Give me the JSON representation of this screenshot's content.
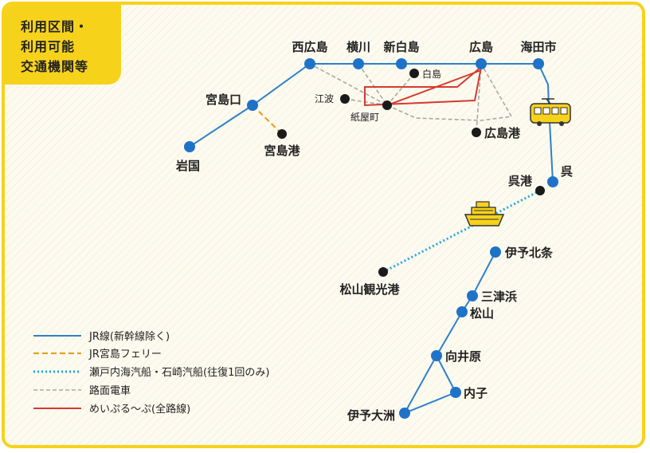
{
  "title": {
    "lines": [
      "利用区間・",
      "利用可能",
      "交通機関等"
    ]
  },
  "colors": {
    "jr_line": "#2f80c9",
    "jr_station": "#1e73c8",
    "ferry_line": "#e0a326",
    "sea_route": "#27a6e0",
    "tram": "#a8a8a8",
    "meipuru": "#d63a2f",
    "stop": "#1a1a1a",
    "frame": "#f7d21b",
    "background": "#fdfbf0"
  },
  "stations": {
    "nishi_hiroshima": "西広島",
    "yokogawa": "横川",
    "shin_hakushima": "新白島",
    "hiroshima": "広島",
    "kaitaichi": "海田市",
    "miyajimaguchi": "宮島口",
    "iwakuni": "岩国",
    "kure": "呉",
    "iyo_hojo": "伊予北条",
    "mitsuhama": "三津浜",
    "matsuyama": "松山",
    "mukaibara": "向井原",
    "uchiko": "内子",
    "iyo_ozu": "伊予大洲"
  },
  "stops": {
    "hakushima": "白島",
    "enami": "江波",
    "kamiyacho": "紙屋町",
    "hiroshima_port": "広島港",
    "miyajima_port": "宮島港",
    "kure_port": "呉港",
    "matsuyama_kanko_port": "松山観光港"
  },
  "icons": {
    "tram": "streetcar-icon",
    "ship": "ferry-ship-icon"
  },
  "legend": [
    {
      "key": "jr",
      "label": "JR線(新幹線除く)"
    },
    {
      "key": "ferry",
      "label": "JR宮島フェリー"
    },
    {
      "key": "sea",
      "label": "瀬戸内海汽船・石崎汽船(往復1回のみ)"
    },
    {
      "key": "tram",
      "label": "路面電車"
    },
    {
      "key": "meipuru",
      "label": "めいぷる〜ぷ(全路線)"
    }
  ]
}
